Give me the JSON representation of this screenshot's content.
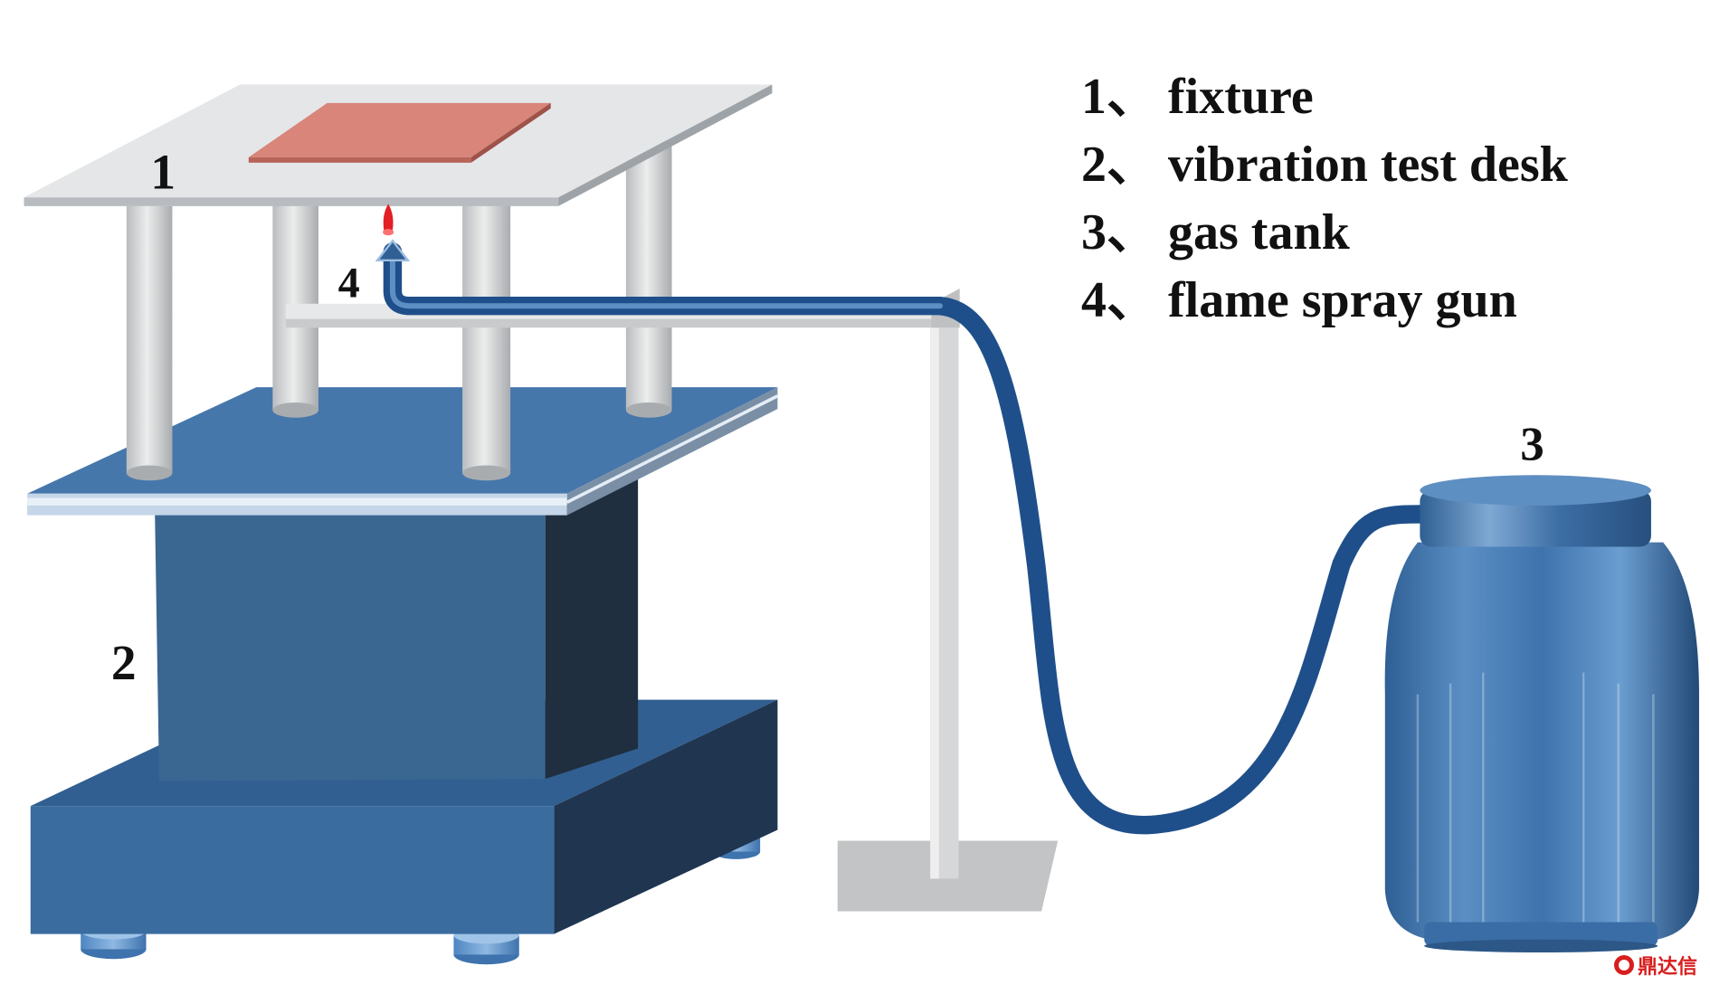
{
  "legend": [
    {
      "num": "1",
      "sep": "、",
      "label": "fixture"
    },
    {
      "num": "2",
      "sep": "、",
      "label": "vibration test desk"
    },
    {
      "num": "3",
      "sep": "、",
      "label": "gas tank"
    },
    {
      "num": "4",
      "sep": "、",
      "label": "flame spray gun"
    }
  ],
  "callouts": {
    "fixture": "1",
    "desk": "2",
    "tank": "3",
    "gun": "4"
  },
  "watermark": {
    "text": "鼎达信",
    "icon": "brand-logo-icon",
    "color": "#d81e1e"
  },
  "colors": {
    "desk_blue": "#3f6f9d",
    "hose_blue": "#1f4f8a",
    "sample": "#d9857a",
    "flame": "#e31e24",
    "post_gray": "#c9c9c9",
    "plate_gray": "#e4e6e8"
  }
}
